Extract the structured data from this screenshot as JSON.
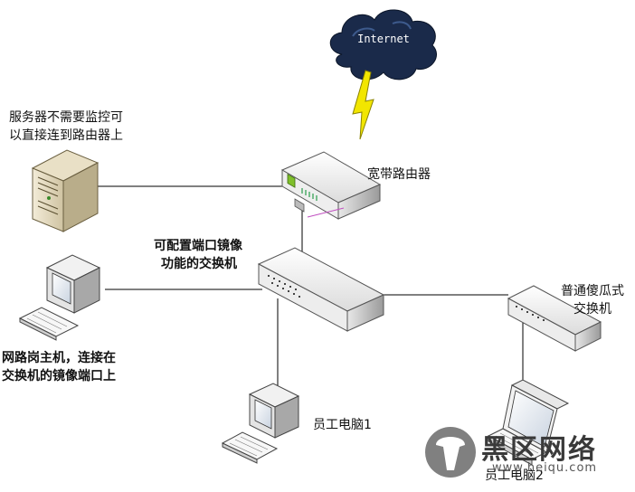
{
  "cloud": {
    "label": "Internet"
  },
  "router": {
    "label": "宽带路由器"
  },
  "server": {
    "note": [
      "服务器不需要监控可",
      "以直接连到路由器上"
    ]
  },
  "mirror_switch": {
    "label": [
      "可配置端口镜像",
      "功能的交换机"
    ]
  },
  "monitor_host": {
    "label": [
      "网路岗主机，连接在",
      "交换机的镜像端口上"
    ]
  },
  "dumb_switch": {
    "label": [
      "普通傻瓜式",
      "交换机"
    ]
  },
  "pc1": {
    "label": "员工电脑1"
  },
  "pc2": {
    "label": "员工电脑2"
  },
  "watermark": {
    "brand": "黑区网络",
    "url": "www.heiqu.com"
  },
  "colors": {
    "cloud": "#1a2a4a",
    "lightning": "#f2e600",
    "link": "#000000",
    "device_body": "#f4f4f4"
  }
}
